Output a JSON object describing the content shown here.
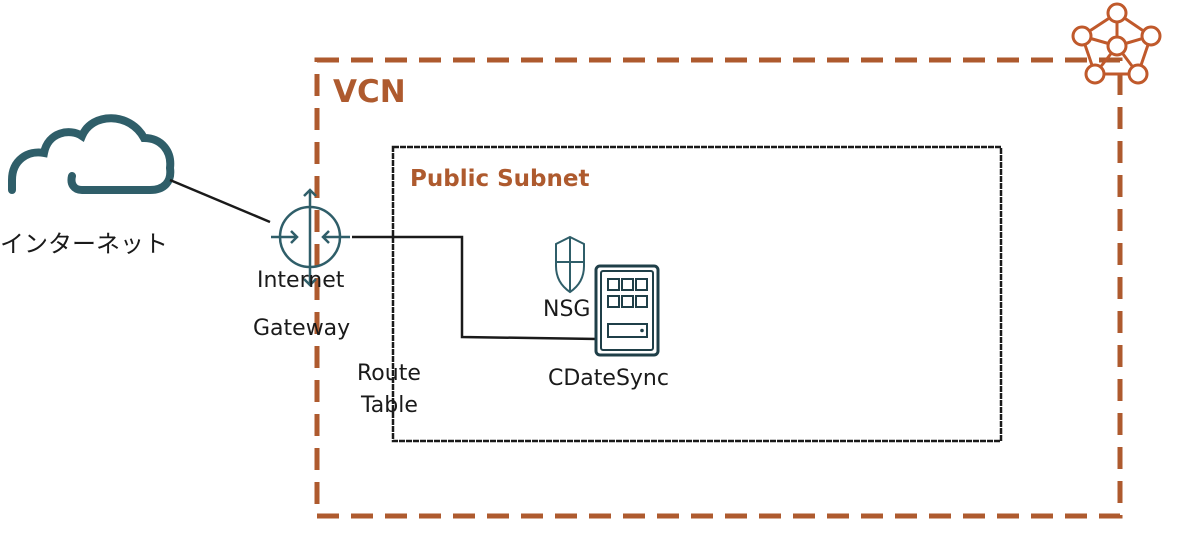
{
  "vcn": {
    "label": "VCN"
  },
  "subnet": {
    "label": "Public Subnet"
  },
  "internet": {
    "label": "インターネット"
  },
  "gateway": {
    "label_line1": "Internet",
    "label_line2": "Gateway"
  },
  "route_table": {
    "label_line1": "Route",
    "label_line2": "Table"
  },
  "nsg": {
    "label": "NSG"
  },
  "instance": {
    "label": "CDateSync"
  },
  "colors": {
    "oracle_orange": "#ae5a2e",
    "icon_teal": "#2f5e69",
    "line": "#1a1a1a"
  },
  "icons": [
    "cloud-icon",
    "internet-gateway-icon",
    "shield-icon",
    "compute-instance-icon",
    "vcn-network-icon"
  ]
}
